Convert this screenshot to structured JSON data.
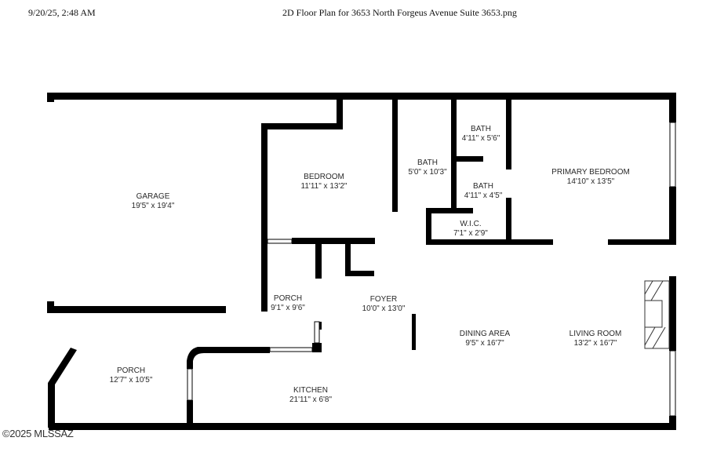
{
  "header": {
    "timestamp": "9/20/25, 2:48 AM",
    "title": "2D Floor Plan for 3653 North Forgeus Avenue Suite 3653.png"
  },
  "rooms": [
    {
      "name": "GARAGE",
      "dims": "19'5\" x 19'4\""
    },
    {
      "name": "BEDROOM",
      "dims": "11'11\" x 13'2\""
    },
    {
      "name": "BATH",
      "dims": "5'0\" x 10'3\""
    },
    {
      "name": "BATH",
      "dims": "4'11\" x 5'6\""
    },
    {
      "name": "BATH",
      "dims": "4'11\" x 4'5\""
    },
    {
      "name": "W.I.C.",
      "dims": "7'1\" x 2'9\""
    },
    {
      "name": "PRIMARY BEDROOM",
      "dims": "14'10\" x 13'5\""
    },
    {
      "name": "PORCH",
      "dims": "9'1\" x 9'6\""
    },
    {
      "name": "FOYER",
      "dims": "10'0\" x 13'0\""
    },
    {
      "name": "DINING AREA",
      "dims": "9'5\" x 16'7\""
    },
    {
      "name": "LIVING ROOM",
      "dims": "13'2\" x 16'7\""
    },
    {
      "name": "PORCH",
      "dims": "12'7\" x 10'5\""
    },
    {
      "name": "KITCHEN",
      "dims": "21'11\" x 6'8\""
    }
  ],
  "footer": {
    "copyright": "©2025 MLSSAZ"
  }
}
